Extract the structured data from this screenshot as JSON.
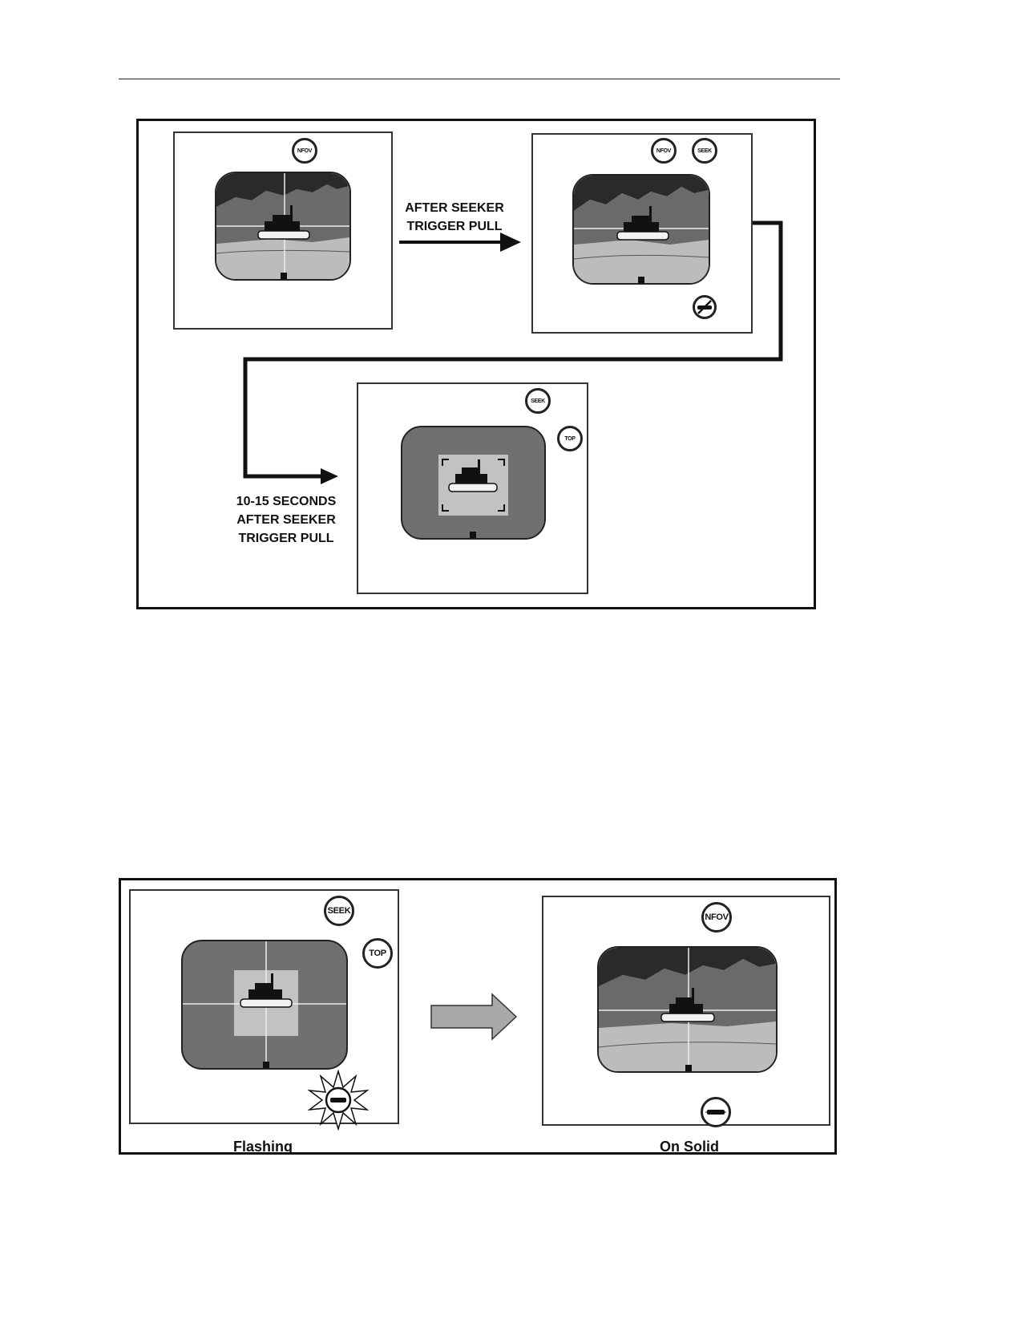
{
  "figure1": {
    "arrow_label": "AFTER SEEKER\nTRIGGER PULL",
    "delay_label": "10-15 SECONDS\nAFTER SEEKER\nTRIGGER PULL",
    "panel1": {
      "badges": [
        "NFOV"
      ]
    },
    "panel2": {
      "badges": [
        "NFOV",
        "SEEK"
      ]
    },
    "panel3": {
      "badges": [
        "SEEK",
        "TOP"
      ]
    }
  },
  "figure2": {
    "left": {
      "caption": "Flashing",
      "badges": [
        "SEEK",
        "TOP"
      ]
    },
    "right": {
      "caption": "On Solid",
      "badges": [
        "NFOV"
      ]
    }
  },
  "colors": {
    "sky": "#2a2a2a",
    "hills": "#6a6a6a",
    "ground": "#bcbcbc",
    "frame": "#111111",
    "track_bg": "#707070",
    "track_box": "#c2c2c2"
  }
}
